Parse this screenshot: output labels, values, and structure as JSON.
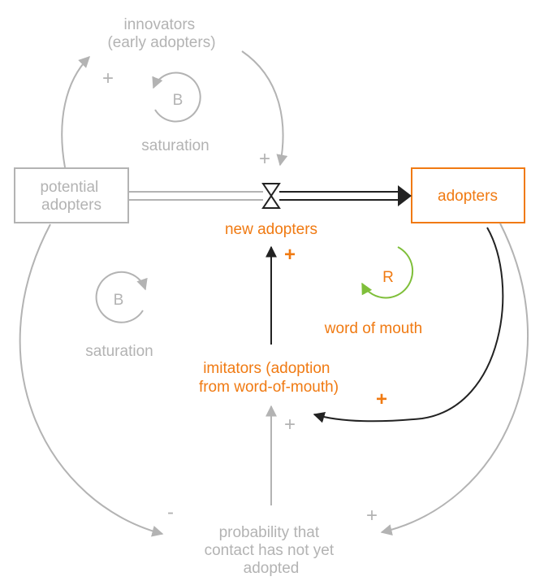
{
  "stocks": {
    "potential_adopters": [
      "potential",
      "adopters"
    ],
    "adopters": "adopters"
  },
  "flow": {
    "label": "new adopters"
  },
  "variables": {
    "innovators": [
      "innovators",
      "(early adopters)"
    ],
    "imitators": [
      "imitators (adoption",
      "from word-of-mouth)"
    ],
    "probability": [
      "probability that",
      "contact has not yet",
      "adopted"
    ]
  },
  "loops": [
    {
      "id": "B1",
      "letter": "B",
      "name": "saturation",
      "type": "balancing"
    },
    {
      "id": "B2",
      "letter": "B",
      "name": "saturation",
      "type": "balancing"
    },
    {
      "id": "R",
      "letter": "R",
      "name": "word of mouth",
      "type": "reinforcing"
    }
  ],
  "polarities": {
    "potential_to_innovators": "+",
    "innovators_to_flow": "+",
    "imitators_to_flow": "+",
    "adopters_to_imitators": "+",
    "probability_to_imitators": "+",
    "potential_to_probability": "-",
    "adopters_to_probability": "+"
  },
  "colors": {
    "gray": "#b3b3b3",
    "orange": "#f07a12",
    "green": "#7fbf3a",
    "dark": "#222222"
  }
}
